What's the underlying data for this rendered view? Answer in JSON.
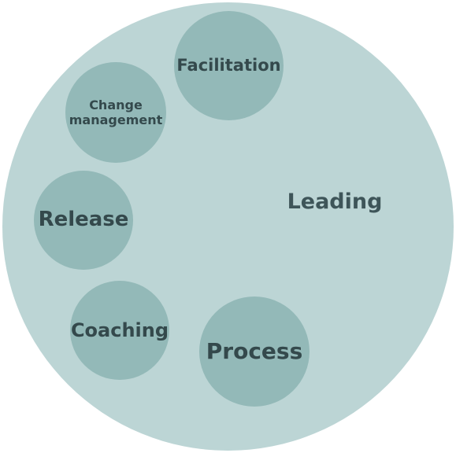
{
  "diagram": {
    "outer": {
      "label": "Leading"
    },
    "bubbles": [
      {
        "id": "facilitation",
        "label": "Facilitation"
      },
      {
        "id": "change-management",
        "label_line1": "Change",
        "label_line2": "management"
      },
      {
        "id": "release",
        "label": "Release"
      },
      {
        "id": "coaching",
        "label": "Coaching"
      },
      {
        "id": "process",
        "label": "Process"
      }
    ],
    "colors": {
      "outer_fill": "#bcd5d5",
      "bubble_fill": "#93b9b8",
      "text": "#3e5559"
    }
  }
}
